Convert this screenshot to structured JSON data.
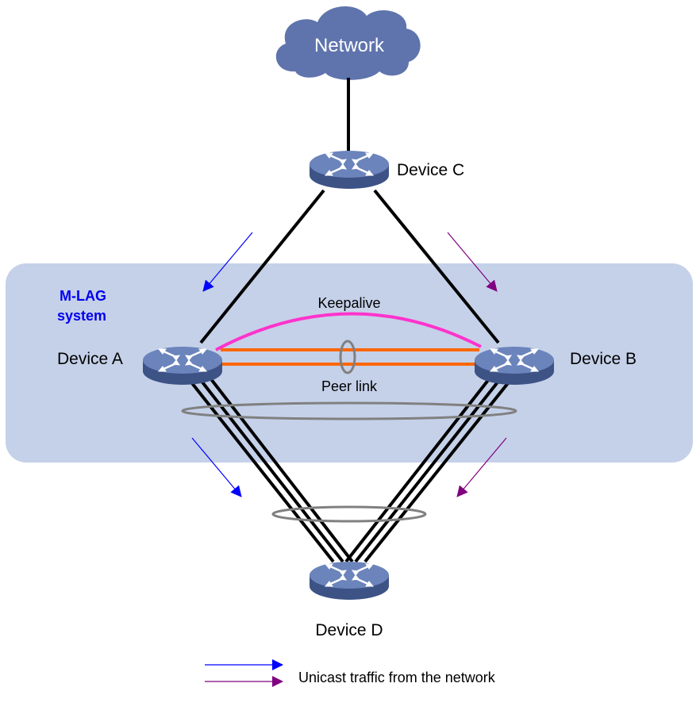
{
  "cloud": {
    "label": "Network"
  },
  "system": {
    "line1": "M-LAG",
    "line2": "system"
  },
  "devices": {
    "c": "Device C",
    "a": "Device A",
    "b": "Device B",
    "d": "Device D"
  },
  "links": {
    "keepalive": "Keepalive",
    "peer_link": "Peer link"
  },
  "legend": {
    "label": "Unicast traffic from the network"
  },
  "colors": {
    "system_bg": "#c5d1e9",
    "device_fill": "#5a73a8",
    "cloud": "#5f74ad",
    "keepalive": "#ff33cc",
    "peer_link": "#ff6600",
    "arrow_blue": "#0000ff",
    "arrow_purple": "#800080",
    "lag_ring": "#808080"
  }
}
